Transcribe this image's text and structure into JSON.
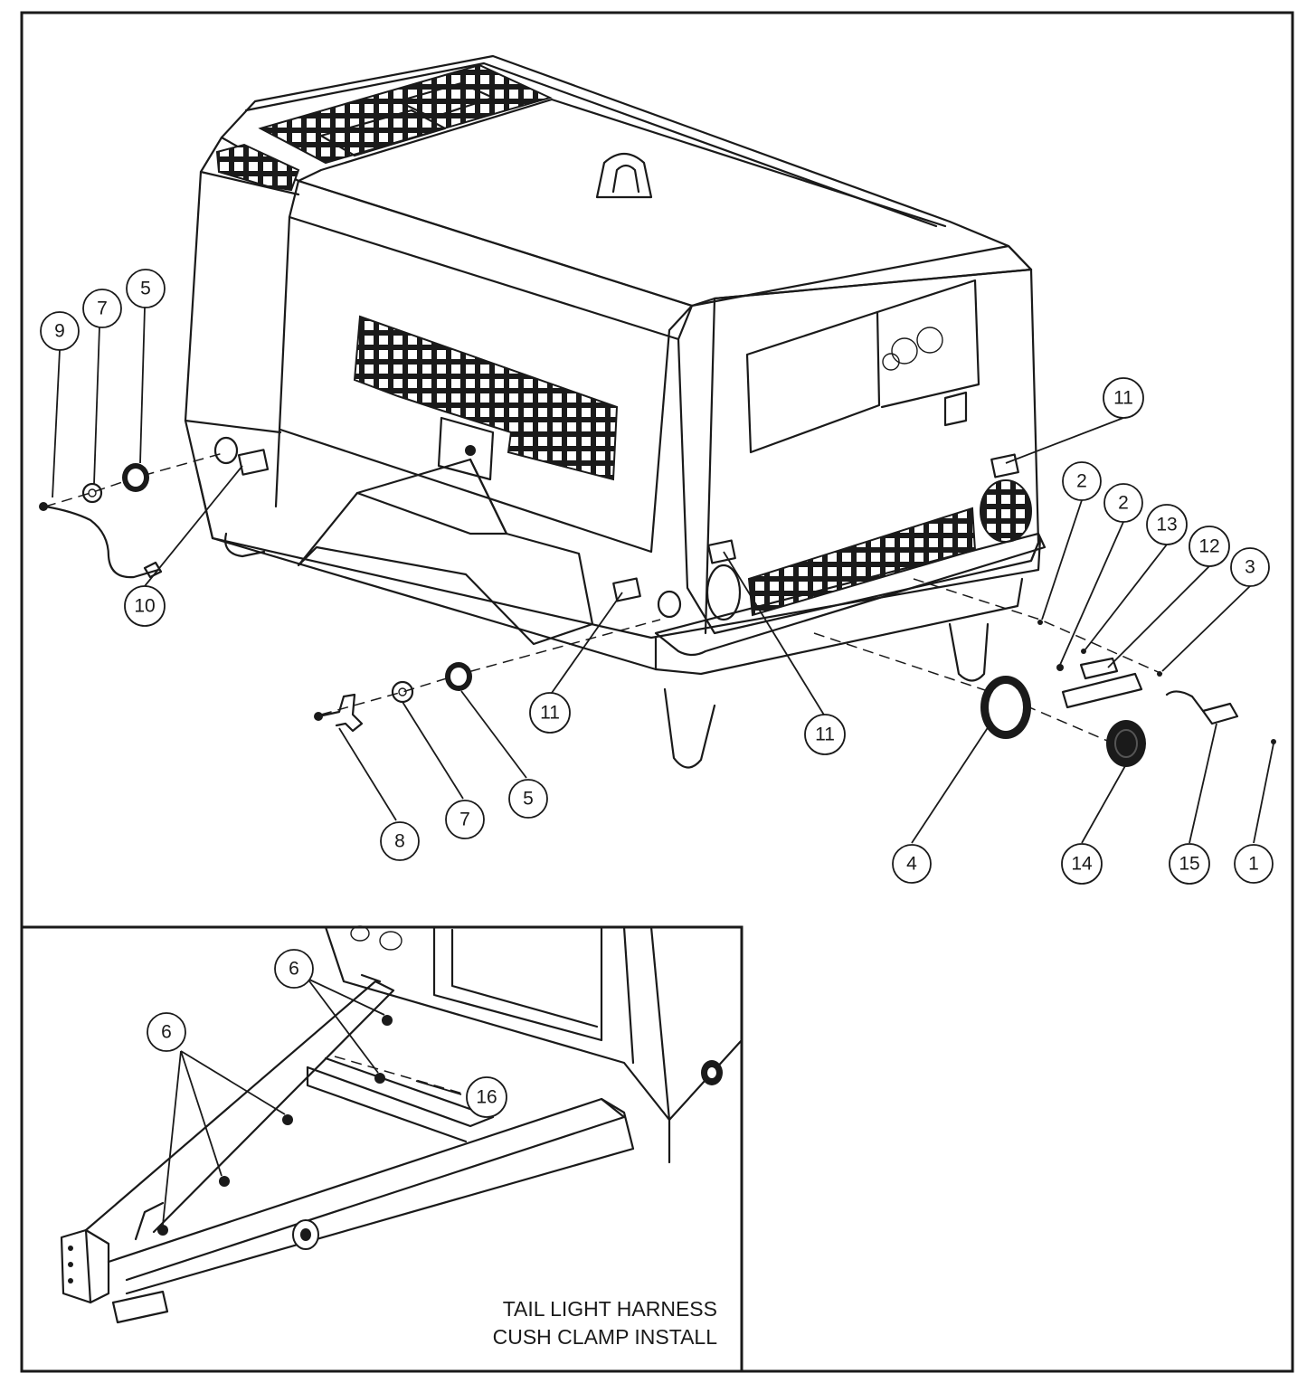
{
  "figure": {
    "callouts": [
      "9",
      "7",
      "5",
      "10",
      "11",
      "11",
      "11",
      "2",
      "2",
      "13",
      "12",
      "3",
      "8",
      "7",
      "5",
      "4",
      "14",
      "15",
      "1",
      "6",
      "6",
      "16"
    ]
  },
  "inset": {
    "caption_line1": "TAIL LIGHT HARNESS",
    "caption_line2": "CUSH CLAMP INSTALL"
  },
  "colors": {
    "line": "#1a1a1a",
    "background": "#ffffff"
  }
}
